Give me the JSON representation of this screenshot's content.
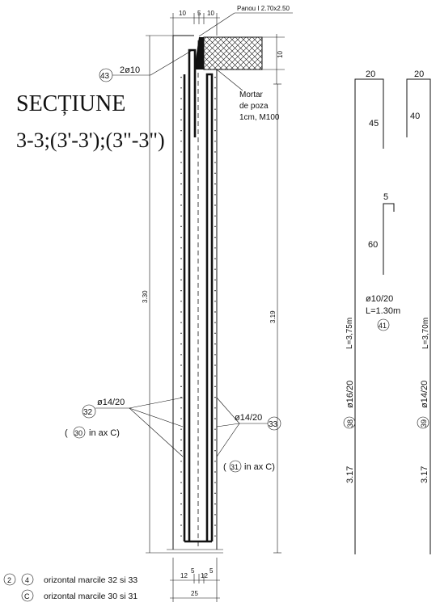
{
  "title": {
    "line1": "SECȚIUNE",
    "line2": "3-3;(3'-3');(3\"-3\")"
  },
  "panel_label": "Panou I 2.70x2.50",
  "mortar_note": {
    "line1": "Mortar",
    "line2": "de poza",
    "line3": "1cm, M100"
  },
  "top_dims": {
    "left": "10",
    "mid": "5",
    "right": "10"
  },
  "side_dim_10": "10",
  "callout_43": {
    "number": "43",
    "spec": "2ø10"
  },
  "height_dims": {
    "overall": "3.30",
    "inner": "3.19"
  },
  "callout_32": {
    "number": "32",
    "spec": "ø14/20",
    "sub_open": "(",
    "sub_number": "30",
    "sub_text": "in ax C)"
  },
  "callout_33": {
    "number": "33",
    "spec": "ø14/20",
    "sub_open": "(",
    "sub_number": "31",
    "sub_text": "in ax C)"
  },
  "bottom_dims": {
    "a": "12",
    "b": "5",
    "c": "12",
    "d": "5",
    "total": "25"
  },
  "legend": [
    {
      "symbols": [
        "2",
        "4"
      ],
      "text": "orizontal marcile 32 si 33"
    },
    {
      "symbols": [
        "C"
      ],
      "text": "orizontal marcile 30 si 31"
    }
  ],
  "bar_38": {
    "top": "20",
    "hook": "45",
    "length_note": "L=3,75m",
    "spec": "ø16/20",
    "number": "38",
    "straight": "3.17"
  },
  "bar_39": {
    "top": "20",
    "hook": "40",
    "length_note": "L=3,70m",
    "spec": "ø14/20",
    "number": "39",
    "straight": "3.17"
  },
  "bar_41": {
    "top": "5",
    "leg": "60",
    "spec": "ø10/20",
    "length_note": "L=1.30m",
    "number": "41"
  }
}
